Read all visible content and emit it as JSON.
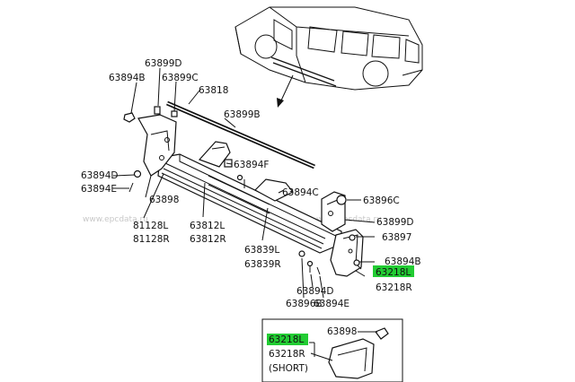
{
  "watermarks": [
    "www.epcdata.ru",
    "www.epcdata.ru"
  ],
  "highlight_color": "#22cc33",
  "labels": {
    "p63899D_top": "63899D",
    "p63894B_top": "63894B",
    "p63899C_top": "63899C",
    "p63818": "63818",
    "p63899B": "63899B",
    "p63894D_left": "63894D",
    "p63894E_left": "63894E",
    "p63894F": "63894F",
    "p63898_left": "63898",
    "p81128L": "81128L",
    "p81128R": "81128R",
    "p63812L": "63812L",
    "p63812R": "63812R",
    "p63894C": "63894C",
    "p63896C": "63896C",
    "p63839L": "63839L",
    "p63839R": "63839R",
    "p63899D_right": "63899D",
    "p63897": "63897",
    "p63894B_right": "63894B",
    "p63218L_main": "63218L",
    "p63218R_main": "63218R",
    "p63894D_bottom": "63894D",
    "p63896B": "63896B",
    "p63894E_bottom": "63894E",
    "p63218L_inset": "63218L",
    "p63898_inset": "63898",
    "p63218R_inset": "63218R",
    "short_note": "(SHORT)"
  }
}
